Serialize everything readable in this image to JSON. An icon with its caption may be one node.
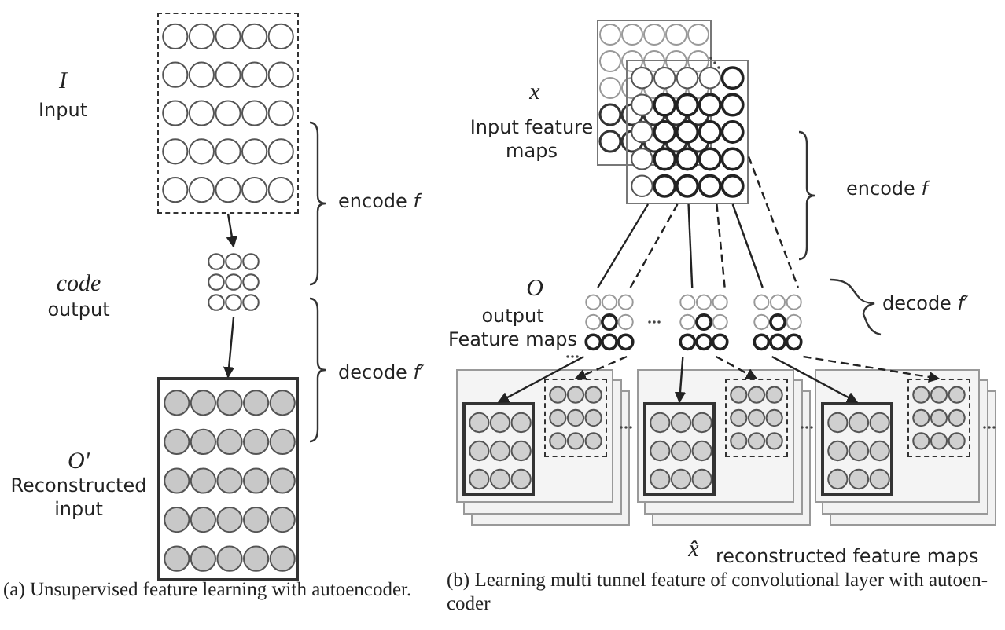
{
  "diagram": {
    "nodes": [
      {
        "text": [],
        "shape": "grid",
        "beside": [
          "I",
          "Input"
        ]
      },
      {
        "text": [],
        "shape": "grid",
        "beside": [
          "code",
          "output"
        ]
      },
      {
        "text": [],
        "shape": "grid",
        "beside": [
          "O'",
          "Reconstructed input"
        ]
      },
      {
        "text": [],
        "shape": "grid",
        "beside": [
          "x",
          "Input feature maps"
        ]
      },
      {
        "text": [],
        "shape": "grid",
        "beside": [
          "O",
          "output Feature maps"
        ]
      },
      {
        "text": [],
        "shape": "grid"
      },
      {
        "text": [],
        "shape": "grid"
      },
      {
        "text": [],
        "shape": "box"
      },
      {
        "text": [],
        "shape": "grid",
        "in": 7
      },
      {
        "text": [],
        "shape": "grid",
        "in": 7
      },
      {
        "text": [],
        "shape": "box"
      },
      {
        "text": [],
        "shape": "grid",
        "in": 10
      },
      {
        "text": [],
        "shape": "grid",
        "in": 10
      },
      {
        "text": [],
        "shape": "box"
      },
      {
        "text": [],
        "shape": "grid",
        "in": 13
      },
      {
        "text": [],
        "shape": "grid",
        "in": 13
      }
    ],
    "edges": [
      {
        "from": 0,
        "to": 1,
        "arrow": "to"
      },
      {
        "from": 1,
        "to": 2,
        "arrow": "to"
      },
      {
        "from": 3,
        "to": 4,
        "arrow": "none"
      },
      {
        "from": 3,
        "to": 4,
        "arrow": "none",
        "style": "dashed"
      },
      {
        "from": 3,
        "to": 5,
        "arrow": "none"
      },
      {
        "from": 3,
        "to": 5,
        "arrow": "none",
        "style": "dashed"
      },
      {
        "from": 3,
        "to": 6,
        "arrow": "none"
      },
      {
        "from": 3,
        "to": 6,
        "arrow": "none",
        "style": "dashed"
      },
      {
        "from": 4,
        "to": 8,
        "arrow": "to"
      },
      {
        "from": 4,
        "to": 9,
        "arrow": "to",
        "style": "dashed"
      },
      {
        "from": 5,
        "to": 11,
        "arrow": "to"
      },
      {
        "from": 5,
        "to": 12,
        "arrow": "to",
        "style": "dashed"
      },
      {
        "from": 6,
        "to": 14,
        "arrow": "to"
      },
      {
        "from": 6,
        "to": 15,
        "arrow": "to",
        "style": "dashed"
      }
    ],
    "labels": [
      "encode *f*",
      "decode *f′*",
      "(a) Unsupervised feature learning with autoencoder.",
      "encode *f*",
      "decode *f′*",
      "x̂",
      "reconstructed feature maps",
      "(b) Learning multi tunnel feature of convolutional layer with autoen-coder"
    ]
  }
}
